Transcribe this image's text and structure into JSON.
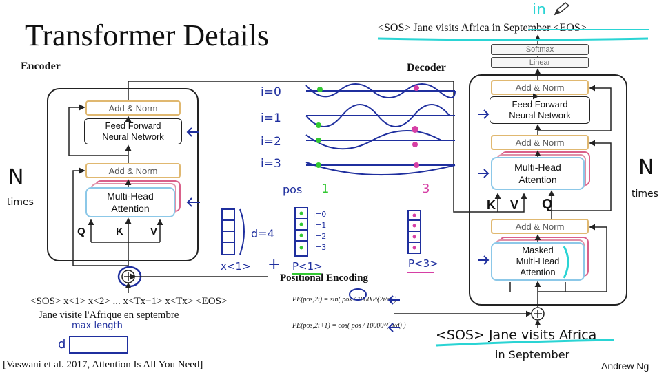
{
  "title": "Transformer Details",
  "encoder": {
    "label": "Encoder",
    "add_norm_top": "Add & Norm",
    "ffn": "Feed Forward\nNeural Network",
    "add_norm_bottom": "Add & Norm",
    "mha": "Multi-Head\nAttention",
    "q": "Q",
    "k": "K",
    "v": "V",
    "n_label": "N",
    "times_label": "times"
  },
  "decoder": {
    "label": "Decoder",
    "output_sentence": "<SOS> Jane visits Africa in September <EOS>",
    "output_correction": "in",
    "softmax": "Softmax",
    "linear": "Linear",
    "add_norm_1": "Add & Norm",
    "ffn": "Feed Forward\nNeural Network",
    "add_norm_2": "Add & Norm",
    "mha": "Multi-Head\nAttention",
    "k": "K",
    "v": "V",
    "q": "Q",
    "add_norm_3": "Add & Norm",
    "masked_mha": "Masked\nMulti-Head\nAttention",
    "n_label": "N",
    "times_label": "times",
    "input_sentence_line1": "<SOS> Jane visits Africa",
    "input_sentence_line2": "in September"
  },
  "input": {
    "tokens": "<SOS> x<1> x<2> ... x<Tx−1> x<Tx> <EOS>",
    "sentence": "Jane visite l'Afrique en septembre",
    "max_length": "max length",
    "d": "d"
  },
  "positional": {
    "title": "Positional Encoding",
    "i_labels": [
      "i=0",
      "i=1",
      "i=2",
      "i=3"
    ],
    "pos_label": "pos",
    "pos_1": "1",
    "pos_3": "3",
    "d_eq": "d=4",
    "x1": "x<1>",
    "plus": "+",
    "p1": "P<1>",
    "p3": "P<3>",
    "col_labels": [
      "i=0",
      "i=1",
      "i=2",
      "i=3"
    ],
    "formula_sin": "PE(pos,2i) = sin( pos / 10000^(2i/d) )",
    "formula_cos": "PE(pos,2i+1) = cos( pos / 10000^(2i/d) )"
  },
  "citation": "[Vaswani et al. 2017, Attention Is All You Need]",
  "author": "Andrew Ng",
  "colors": {
    "handwriting": "#1f2f9e",
    "pink": "#d63fa5",
    "teal": "#2ad4d4",
    "addnorm": "#e0b870",
    "mha_border": "#8cc8e8"
  }
}
